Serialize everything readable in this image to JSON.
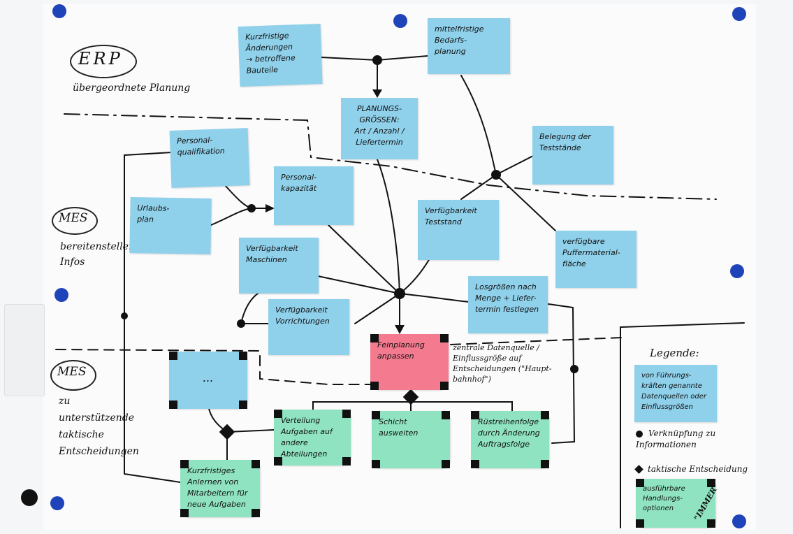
{
  "board": {
    "erp_title": "ERP",
    "erp_subtitle": "übergeordnete Planung",
    "mes1_title": "MES",
    "mes1_subtitle": "bereitenstellende Infos",
    "mes2_title": "MES",
    "mes2_subtitle": "zu unterstützende taktische Entscheidungen"
  },
  "notes": {
    "kurzfristige": "Kurzfristige\nÄnderungen\n→ betroffene\nBauteile",
    "mittelfristige": "mittelfristige\nBedarfs-\nplanung",
    "planungsgroessen": "PLANUNGS-\nGRÖSSEN:\nArt / Anzahl /\nLiefertermin",
    "belegung": "Belegung der\nTeststände",
    "personalqualifikation": "Personal-\nqualifikation",
    "personalkapazitaet": "Personal-\nkapazität",
    "urlaubsplan": "Urlaubs-\nplan",
    "verfuegbarkeit_teststand": "Verfügbarkeit\nTeststand",
    "puffermaterial": "verfügbare\nPuffermaterial-\nfläche",
    "verfuegbarkeit_maschinen": "Verfügbarkeit\nMaschinen",
    "losgroessen": "Losgrößen nach\nMenge + Liefer-\ntermin festlegen",
    "verfuegbarkeit_vorrichtungen": "Verfügbarkeit\nVorrichtungen",
    "feinplanung": "Feinplanung\nanpassen",
    "zentrale_datenquelle": "zentrale Datenquelle /\nEinflussgröße auf\nEntscheidungen (\"Haupt-\nbahnhof\")",
    "ellipsis": "...",
    "verteilung": "Verteilung\nAufgaben auf\nandere\nAbteilungen",
    "schicht": "Schicht\nausweiten",
    "ruestreihenfolge": "Rüstreihenfolge\ndurch Änderung\nAuftragsfolge",
    "kurzfristiges_anlernen": "Kurzfristiges\nAnlernen von\nMitarbeitern für\nneue Aufgaben"
  },
  "legend": {
    "title": "Legende:",
    "note": "von Führungs-\nkräften genannte\nDatenquellen oder\nEinflussgrößen",
    "link": "Verknüpfung zu\nInformationen",
    "decision": "taktische Entscheidung",
    "options": "ausführbare\nHandlungs-\noptionen",
    "options_tag": "\"IMMER\""
  },
  "colors": {
    "info_note": "#8fd0ea",
    "option_note": "#8fe3c1",
    "central_note": "#f47a8f",
    "pin": "#1f43b8"
  }
}
